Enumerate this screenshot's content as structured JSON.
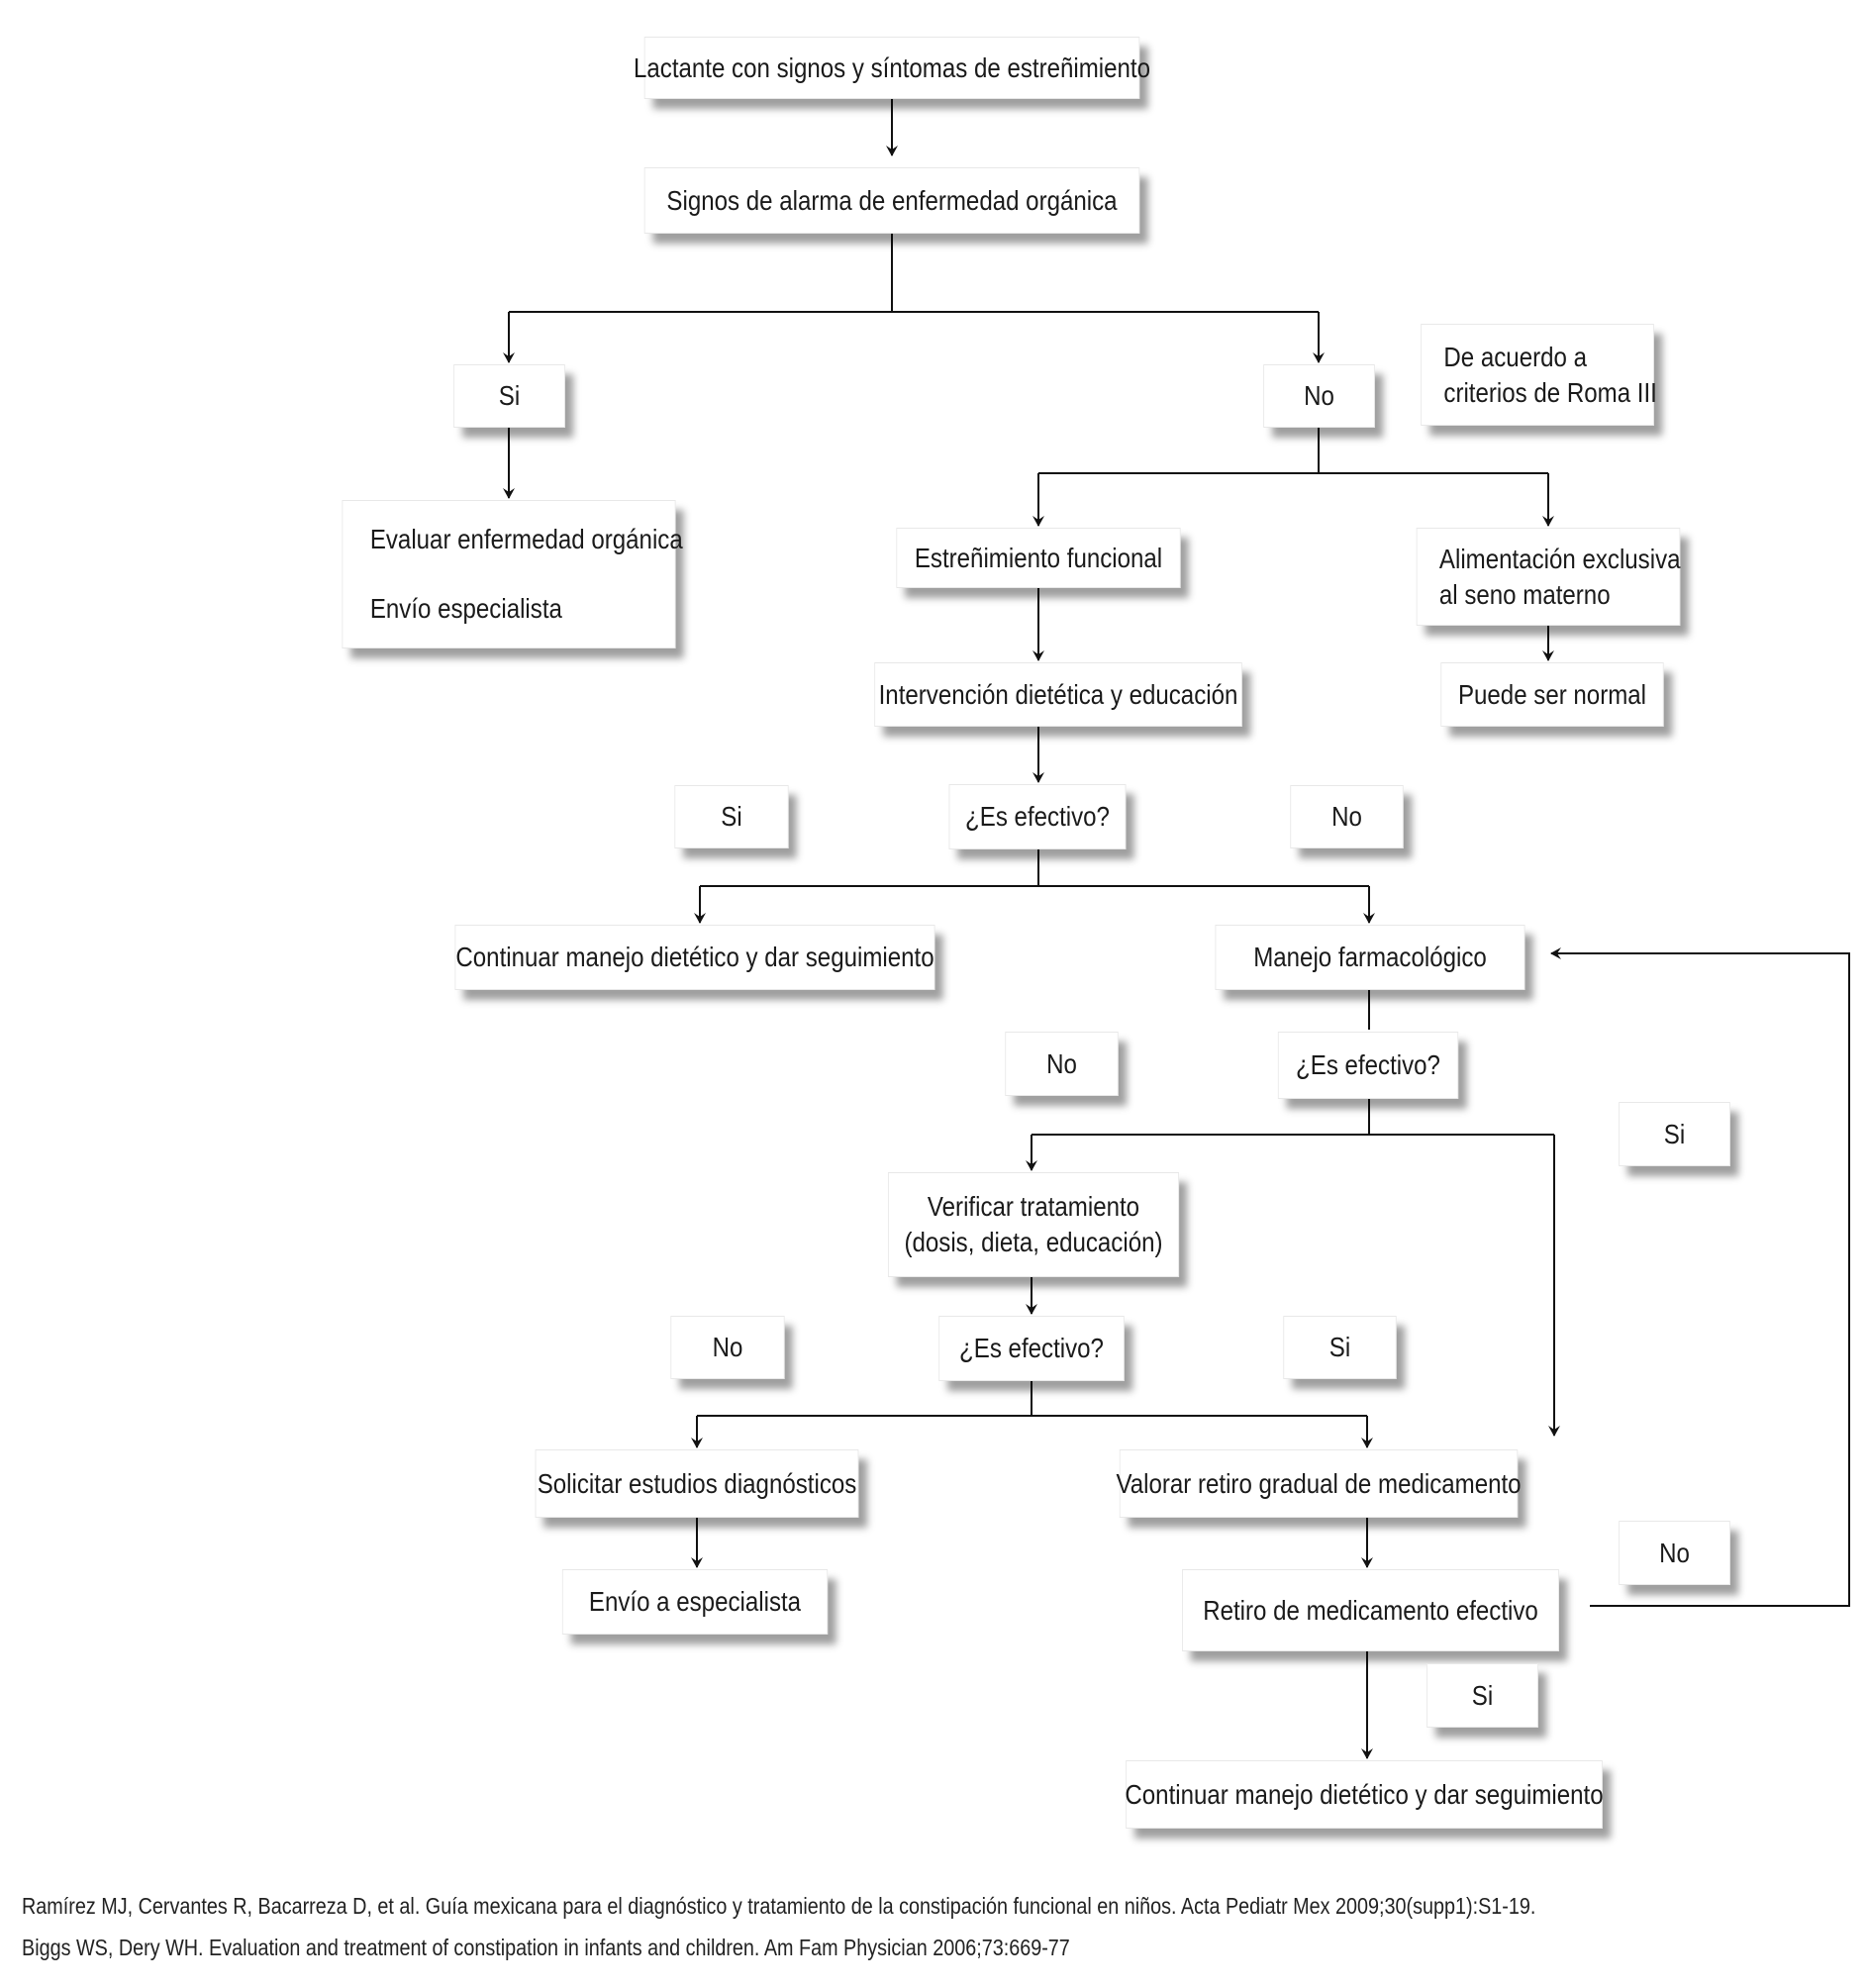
{
  "nodes": {
    "start": "Lactante con signos y síntomas de estreñimiento",
    "alarm": "Signos de alarma de enfermedad orgánica",
    "si_alarm": "Si",
    "no_alarm": "No",
    "roma": [
      "De acuerdo a",
      "criterios de Roma III"
    ],
    "organic": [
      "Evaluar enfermedad orgánica",
      "Envío especialista"
    ],
    "functional": "Estreñimiento funcional",
    "breastfeeding": [
      "Alimentación exclusiva",
      "al seno materno"
    ],
    "normal": "Puede ser normal",
    "diet_intervention": "Intervención dietética y educación",
    "effective_1": "¿Es efectivo?",
    "si_1": "Si",
    "no_1": "No",
    "continue_1": "Continuar manejo dietético y dar seguimiento",
    "pharma": "Manejo farmacológico",
    "effective_2": "¿Es efectivo?",
    "no_2": "No",
    "si_2": "Si",
    "verify": [
      "Verificar tratamiento",
      "(dosis, dieta, educación)"
    ],
    "effective_3": "¿Es efectivo?",
    "no_3": "No",
    "si_3": "Si",
    "studies": "Solicitar estudios diagnósticos",
    "withdraw_gradual": "Valorar retiro gradual de medicamento",
    "referral": "Envío a especialista",
    "withdraw_effective": "Retiro de medicamento efectivo",
    "no_4": "No",
    "si_4": "Si",
    "continue_2": "Continuar manejo dietético y dar seguimiento"
  },
  "references": [
    "Ramírez MJ, Cervantes R, Bacarreza D, et al. Guía mexicana para el diagnóstico y tratamiento de la constipación funcional en niños. Acta Pediatr Mex 2009;30(supp1):S1-19.",
    "Biggs WS, Dery WH. Evaluation and treatment of constipation in infants and children. Am Fam Physician 2006;73:669-77"
  ],
  "colors": {
    "line": "#111111",
    "box": "#ffffff",
    "shadow": "#8a8a8a"
  }
}
